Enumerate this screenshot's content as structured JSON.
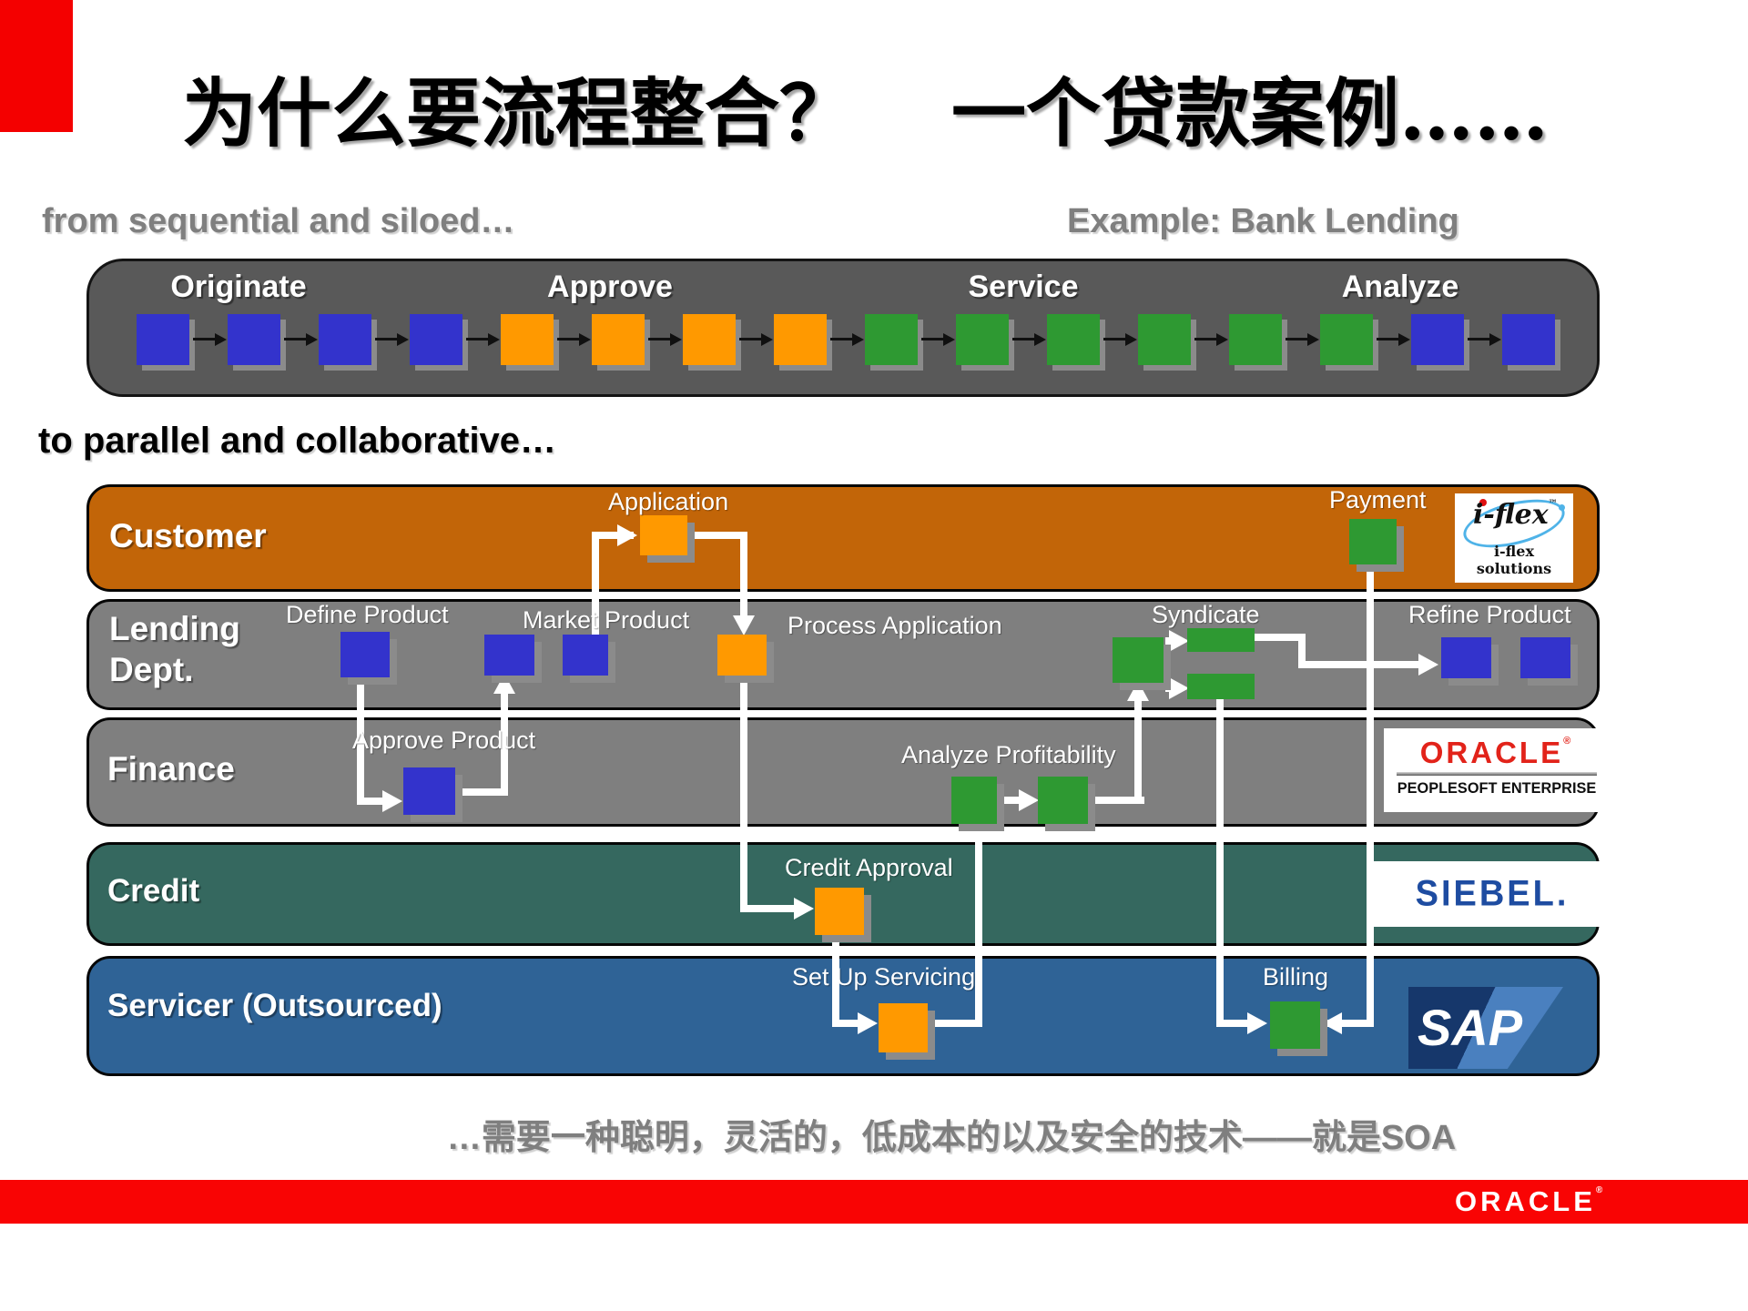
{
  "page": {
    "title": {
      "left": "为什么要流程整合？",
      "right": "一个贷款案例……"
    },
    "captions": {
      "sequential": "from sequential and siloed…",
      "example": "Example:  Bank Lending",
      "parallel": "to parallel and collaborative…",
      "conclusion": "…需要一种聪明，灵活的，低成本的以及安全的技术——就是SOA"
    },
    "footer": {
      "brand": "ORACLE",
      "reg_mark": "®"
    }
  },
  "sequence_bar": {
    "sections": [
      "Originate",
      "Approve",
      "Service",
      "Analyze"
    ],
    "squares": [
      "blue",
      "blue",
      "blue",
      "blue",
      "orange",
      "orange",
      "orange",
      "orange",
      "green",
      "green",
      "green",
      "green",
      "green",
      "green",
      "blue",
      "blue"
    ]
  },
  "lanes": [
    {
      "label": "Customer"
    },
    {
      "label": "Lending Dept."
    },
    {
      "label": "Finance"
    },
    {
      "label": "Credit"
    },
    {
      "label": "Servicer (Outsourced)"
    }
  ],
  "nodes": {
    "application": "Application",
    "payment": "Payment",
    "define_product": "Define Product",
    "market_product": "Market Product",
    "process_application": "Process Application",
    "syndicate": "Syndicate",
    "refine_product": "Refine Product",
    "approve_product": "Approve Product",
    "analyze_profitability": "Analyze Profitability",
    "credit_approval": "Credit Approval",
    "set_up_servicing": "Set Up Servicing",
    "billing": "Billing"
  },
  "logos": {
    "iflex": {
      "name": "i-flex",
      "tm_mark": "™",
      "tagline": "i-flex solutions"
    },
    "peoplesoft": {
      "brand": "ORACLE",
      "reg_mark": "®",
      "product": "PEOPLESOFT ENTERPRISE"
    },
    "siebel": {
      "brand": "SIEBEL."
    },
    "sap": {
      "brand": "SAP"
    }
  },
  "colors": {
    "accent_red": "#F40000",
    "sequence_bar_bg": "#595959",
    "lane_gray": "#7F7F7F",
    "lane_customer_orange": "#C26508",
    "lane_credit_teal": "#35685F",
    "lane_servicer_blue": "#2F6396",
    "square_blue": "#3333CC",
    "square_orange": "#FF9900",
    "square_green": "#2E9932",
    "connector_white": "#FFFFFF",
    "caption_gray": "#7F7F7F"
  }
}
